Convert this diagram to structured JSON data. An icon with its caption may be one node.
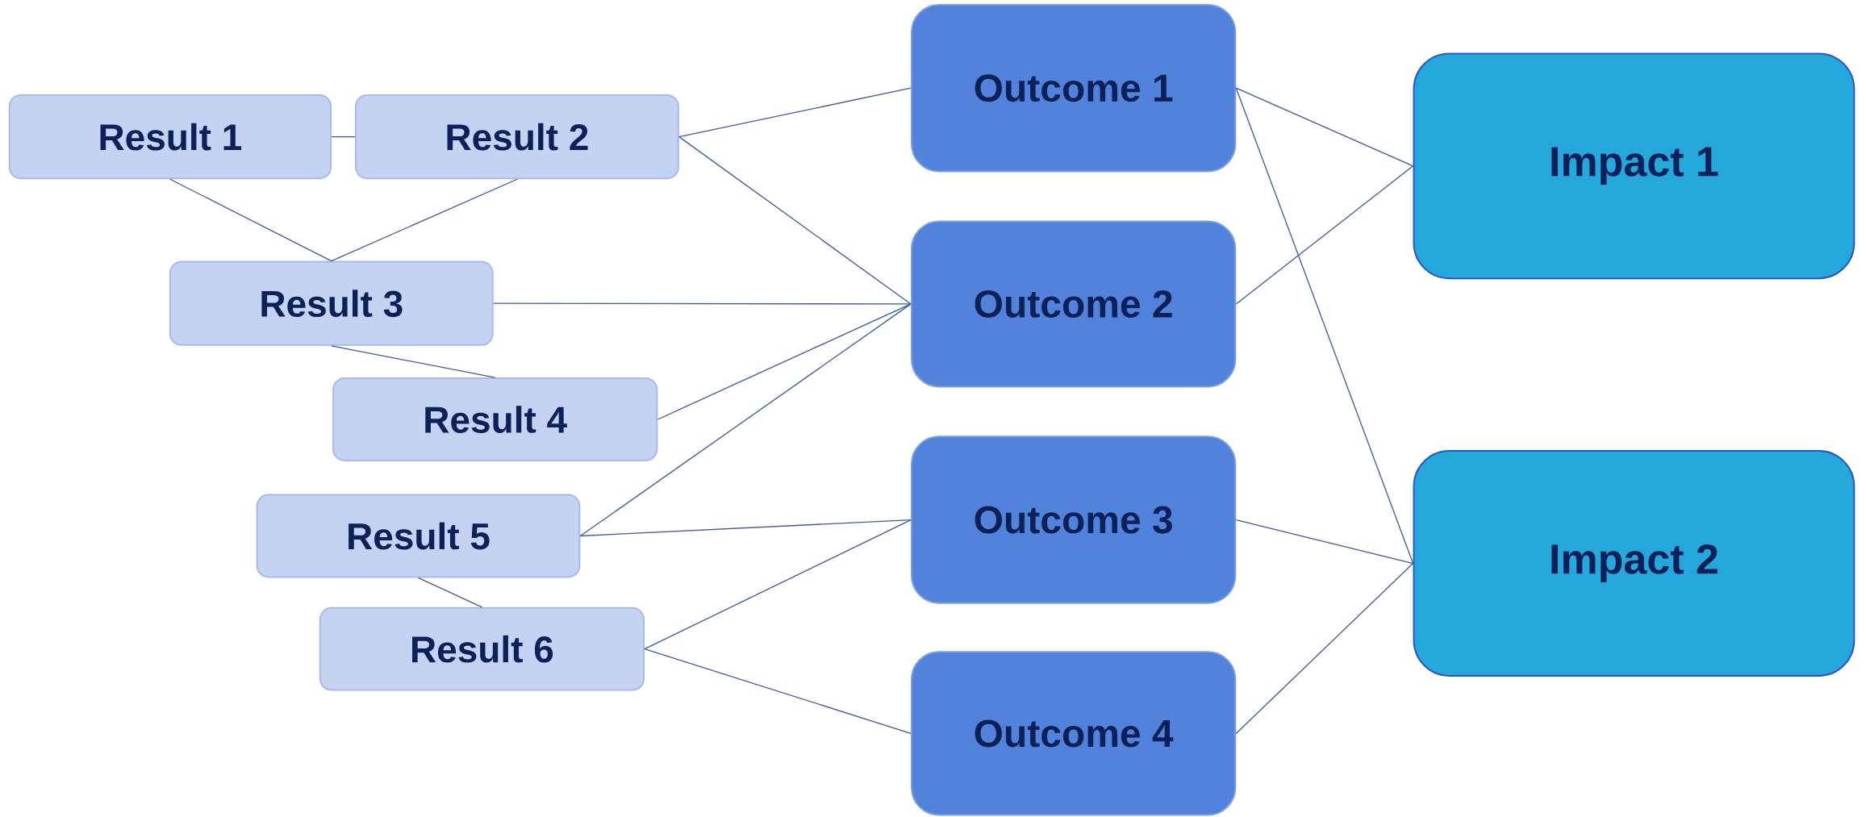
{
  "diagram": {
    "nodes": [
      {
        "text": [
          "Result 1"
        ]
      },
      {
        "text": [
          "Result 2"
        ]
      },
      {
        "text": [
          "Result 3"
        ]
      },
      {
        "text": [
          "Result 4"
        ]
      },
      {
        "text": [
          "Result 5"
        ]
      },
      {
        "text": [
          "Result 6"
        ]
      },
      {
        "text": [
          "Outcome 1"
        ]
      },
      {
        "text": [
          "Outcome 2"
        ]
      },
      {
        "text": [
          "Outcome 3"
        ]
      },
      {
        "text": [
          "Outcome 4"
        ]
      },
      {
        "text": [
          "Impact 1"
        ]
      },
      {
        "text": [
          "Impact 2"
        ]
      }
    ],
    "edges": [
      {
        "from": 0,
        "to": 1,
        "arrow": "none"
      },
      {
        "from": 0,
        "to": 2,
        "arrow": "none"
      },
      {
        "from": 1,
        "to": 2,
        "arrow": "none"
      },
      {
        "from": 1,
        "to": 6,
        "arrow": "none"
      },
      {
        "from": 1,
        "to": 7,
        "arrow": "none"
      },
      {
        "from": 2,
        "to": 7,
        "arrow": "none"
      },
      {
        "from": 2,
        "to": 3,
        "arrow": "none"
      },
      {
        "from": 3,
        "to": 7,
        "arrow": "none"
      },
      {
        "from": 4,
        "to": 7,
        "arrow": "none"
      },
      {
        "from": 4,
        "to": 8,
        "arrow": "none"
      },
      {
        "from": 4,
        "to": 5,
        "arrow": "none"
      },
      {
        "from": 5,
        "to": 8,
        "arrow": "none"
      },
      {
        "from": 5,
        "to": 9,
        "arrow": "none"
      },
      {
        "from": 6,
        "to": 10,
        "arrow": "none"
      },
      {
        "from": 6,
        "to": 11,
        "arrow": "none"
      },
      {
        "from": 7,
        "to": 10,
        "arrow": "none"
      },
      {
        "from": 8,
        "to": 11,
        "arrow": "none"
      },
      {
        "from": 9,
        "to": 11,
        "arrow": "none"
      }
    ]
  }
}
